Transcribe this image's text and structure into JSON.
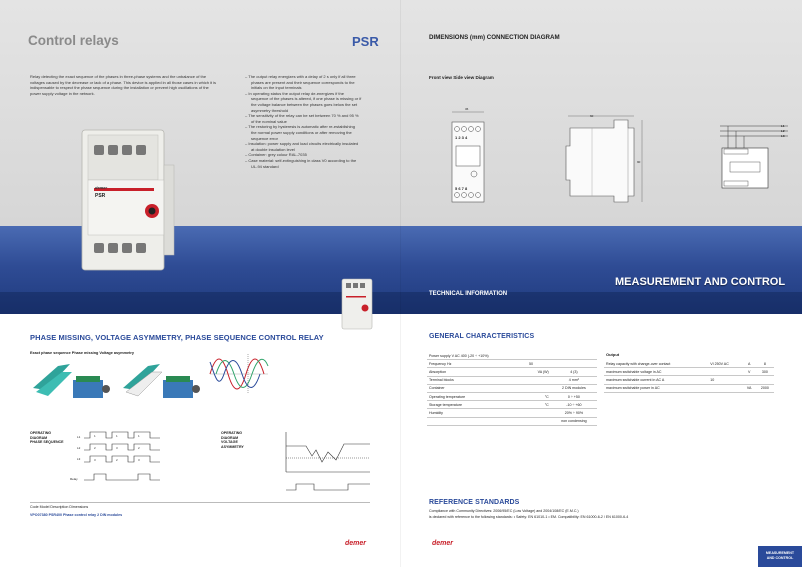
{
  "left_page": {
    "title": "Control relays",
    "product_code": "PSR",
    "intro": "Relay detecting the exact sequence of the phases in three-phase systems and the unbalance of the voltages caused by the decrease or lack of a phase. This device is applied in all those cases in which it is indispensable to respect the phase sequence during the installation or prevent high oscillations of the power supply voltage in the network.",
    "features": [
      "– The output relay energizes with a delay of 2 s only if all three",
      "phases are present and their sequence corresponds to the",
      "initials on the input terminals",
      "– In operating status the output relay de-energizes if the",
      "sequence of the phases is altered, if one phase is missing or if",
      "the voltage balance between the phases goes below the set",
      "asymmetry threshold",
      "– The sensitivity of the relay can be set between 70 % and 95 %",
      "of the nominal value",
      "– The restoring by hysteresis is automatic after re-establishing",
      "the normal power supply conditions or after removing the",
      "sequence error",
      "– Insulation: power supply and load circuits electrically insulated",
      "at double insulation level",
      "– Container: grey colour RAL-7035",
      "– Case material: self-extinguishing in class V0 according to the",
      "UL-94 standard"
    ],
    "device_brand": "demer",
    "device_label": "PSR",
    "section_title": "PHASE MISSING, VOLTAGE ASYMMETRY, PHASE SEQUENCE CONTROL RELAY",
    "diagram_caption": "Exact phase sequence Phase missing Voltage asymmetry",
    "op_diag1_title": [
      "OPERATING",
      "DIAGRAM",
      "PHASE SEQUENCE"
    ],
    "op_diag2_title": [
      "OPERATING",
      "DIAGRAM",
      "VOLTAGE",
      "ASYMMETRY"
    ],
    "phase_labels": [
      "L1",
      "L2",
      "L3"
    ],
    "relay_label": "Relay",
    "table_header": "Code Model Description Dimensions",
    "table_row": "VPO07380 PSR400 Phase control relay 2 DIN modules",
    "footer_logo": "demer"
  },
  "right_page": {
    "header": "DIMENSIONS (mm) CONNECTION DIAGRAM",
    "views_caption": "Front view Side view Diagram",
    "dim_front_width": "36",
    "dim_side_width": "60",
    "dim_side_height": "90",
    "terminals_top": "1 2 3 4",
    "terminals_bottom": "5 6 7 8",
    "phase_lines": [
      "L1",
      "L2",
      "L3"
    ],
    "band_title": "MEASUREMENT AND CONTROL",
    "band_subtitle": "TECHNICAL INFORMATION",
    "general_title": "GENERAL CHARACTERISTICS",
    "general_rows": [
      [
        "Power supply V AC 400 (-20 ÷ +10%)",
        "",
        ""
      ],
      [
        "Frequency Hz",
        "50",
        ""
      ],
      [
        "Absorption",
        "VA (W)",
        "4 (3)"
      ],
      [
        "Terminal blocks",
        "",
        "4 mm²"
      ],
      [
        "Container",
        "",
        "2 DIN modules"
      ],
      [
        "Operating temperature",
        "°C",
        "0 ÷ +50"
      ],
      [
        "Storage temperature",
        "°C",
        "-10 ÷ +60"
      ],
      [
        "Humidity",
        "",
        "20% ÷ 90%"
      ],
      [
        "",
        "",
        "non condensing"
      ]
    ],
    "output_title": "Output",
    "output_rows": [
      [
        "Relay capacity with change-over contact",
        "VI 250V AC",
        "A",
        "8"
      ],
      [
        "maximum switchable voltage in AC",
        "",
        "V",
        "300"
      ],
      [
        "maximum switchable current in AC A",
        "10",
        "",
        ""
      ],
      [
        "maximum switchable power in AC",
        "",
        "VA",
        "2000"
      ]
    ],
    "ref_title": "REFERENCE STANDARDS",
    "ref_line1": "Compliance with Community Directives: 2006/95/EC (Low Voltage) and 2004/108/EC (E.M.C.)",
    "ref_line2": "is declared with reference to the following standards: • Safety: EN 61010-1 • EM. Compatibility: EN 61000-6-2 / EN 61000-6-4",
    "footer_logo": "demer",
    "page_tab": [
      "MEASUREMENT",
      "AND CONTROL"
    ]
  }
}
